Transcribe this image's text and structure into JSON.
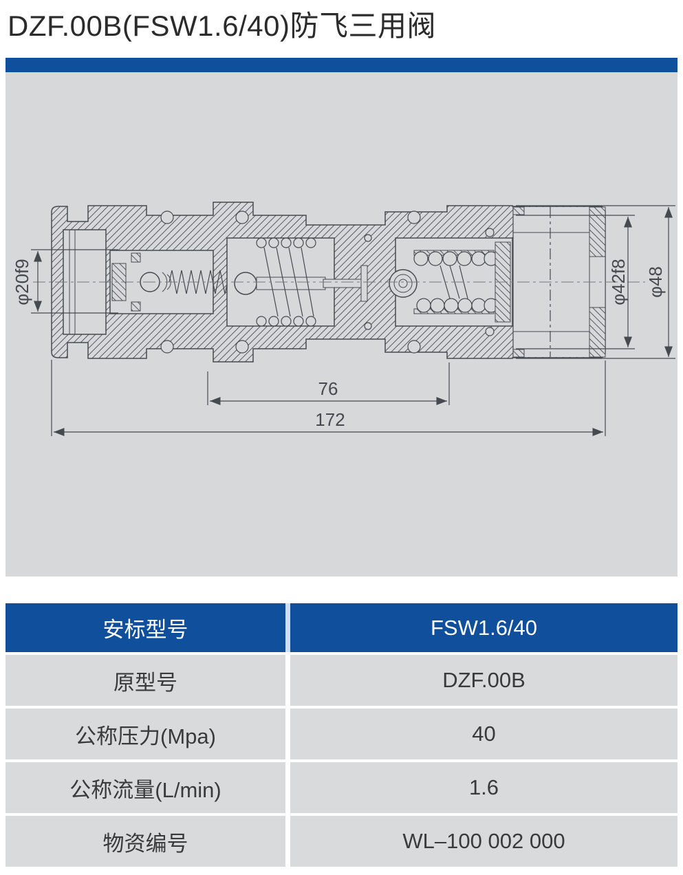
{
  "page_title": "DZF.00B(FSW1.6/40)防飞三用阀",
  "colors": {
    "accent_blue": "#0f4f9c",
    "panel_gray": "#d6d8da",
    "row_gray": "#d8dadc",
    "drawing_line": "#454a50"
  },
  "drawing": {
    "description": "valve-cross-section",
    "dimensions": {
      "bore_diameter": "φ20f9",
      "seal_diameter": "φ42f8",
      "outer_diameter": "φ48",
      "inner_length": "76",
      "overall_length": "172"
    }
  },
  "spec_table": {
    "header": {
      "label": "安标型号",
      "value": "FSW1.6/40"
    },
    "rows": [
      {
        "label": "原型号",
        "value": "DZF.00B"
      },
      {
        "label": "公称压力(Mpa)",
        "value": "40"
      },
      {
        "label": "公称流量(L/min)",
        "value": "1.6"
      },
      {
        "label": "物资编号",
        "value": "WL–100 002 000"
      }
    ]
  }
}
